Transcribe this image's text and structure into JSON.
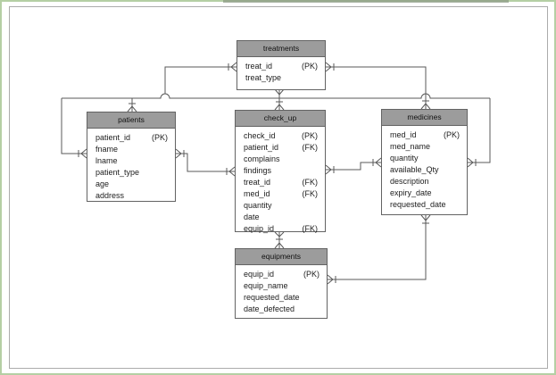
{
  "diagram": {
    "type": "entity-relationship-diagram",
    "notation": "crow's foot with tick (one-or-many) at table ends",
    "colors": {
      "table_header_bg": "#9c9c9c",
      "table_border": "#636363",
      "connector_line": "#595959",
      "outer_frame_green": "#b5cfa4",
      "inner_border_gray": "#ababab",
      "background": "#ffffff"
    },
    "tables": [
      {
        "name": "treatments",
        "fields": [
          {
            "name": "treat_id",
            "key": "(PK)"
          },
          {
            "name": "treat_type",
            "key": ""
          }
        ]
      },
      {
        "name": "patients",
        "fields": [
          {
            "name": "patient_id",
            "key": "(PK)"
          },
          {
            "name": "fname",
            "key": ""
          },
          {
            "name": "lname",
            "key": ""
          },
          {
            "name": "patient_type",
            "key": ""
          },
          {
            "name": "age",
            "key": ""
          },
          {
            "name": "address",
            "key": ""
          }
        ]
      },
      {
        "name": "check_up",
        "fields": [
          {
            "name": "check_id",
            "key": "(PK)"
          },
          {
            "name": "patient_id",
            "key": "(FK)"
          },
          {
            "name": "complains",
            "key": ""
          },
          {
            "name": "findings",
            "key": ""
          },
          {
            "name": "treat_id",
            "key": "(FK)"
          },
          {
            "name": "med_id",
            "key": "(FK)"
          },
          {
            "name": "quantity",
            "key": ""
          },
          {
            "name": "date",
            "key": ""
          },
          {
            "name": "equip_id",
            "key": "(FK)"
          }
        ]
      },
      {
        "name": "medicines",
        "fields": [
          {
            "name": "med_id",
            "key": "(PK)"
          },
          {
            "name": "med_name",
            "key": ""
          },
          {
            "name": "quantity",
            "key": ""
          },
          {
            "name": "available_Qty",
            "key": ""
          },
          {
            "name": "description",
            "key": ""
          },
          {
            "name": "expiry_date",
            "key": ""
          },
          {
            "name": "requested_date",
            "key": ""
          }
        ]
      },
      {
        "name": "equipments",
        "fields": [
          {
            "name": "equip_id",
            "key": "(PK)"
          },
          {
            "name": "equip_name",
            "key": ""
          },
          {
            "name": "requested_date",
            "key": ""
          },
          {
            "name": "date_defected",
            "key": ""
          }
        ]
      }
    ],
    "relationships": [
      {
        "from": "treatments",
        "to": "check_up",
        "via": "treat_id"
      },
      {
        "from": "treatments",
        "to": "medicines",
        "via": ""
      },
      {
        "from": "treatments",
        "to": "patients",
        "via": ""
      },
      {
        "from": "patients",
        "to": "check_up",
        "via": "patient_id"
      },
      {
        "from": "check_up",
        "to": "medicines",
        "via": "med_id"
      },
      {
        "from": "check_up",
        "to": "equipments",
        "via": "equip_id"
      },
      {
        "from": "medicines",
        "to": "equipments",
        "via": ""
      }
    ]
  }
}
